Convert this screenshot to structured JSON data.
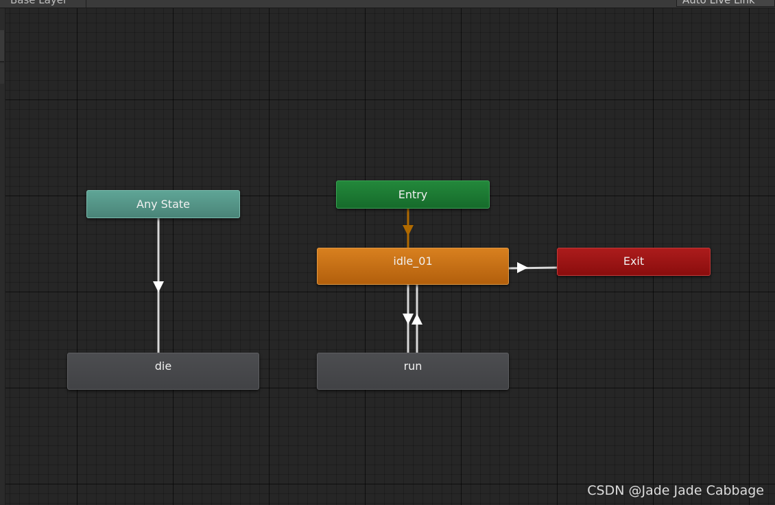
{
  "toolbar": {
    "breadcrumb": "Base Layer",
    "live_link": "Auto Live Link"
  },
  "states": {
    "any_state": "Any State",
    "entry": "Entry",
    "idle": "idle_01",
    "exit": "Exit",
    "die": "die",
    "run": "run"
  },
  "colors": {
    "any_state": "#559a8b",
    "entry": "#1e7a34",
    "idle": "#c86f16",
    "exit": "#9c1414",
    "default_state": "#47484b",
    "transition": "#d9d9d9",
    "entry_transition": "#b06a00",
    "grid_background": "#262626"
  },
  "watermark": "CSDN @Jade Jade Cabbage"
}
